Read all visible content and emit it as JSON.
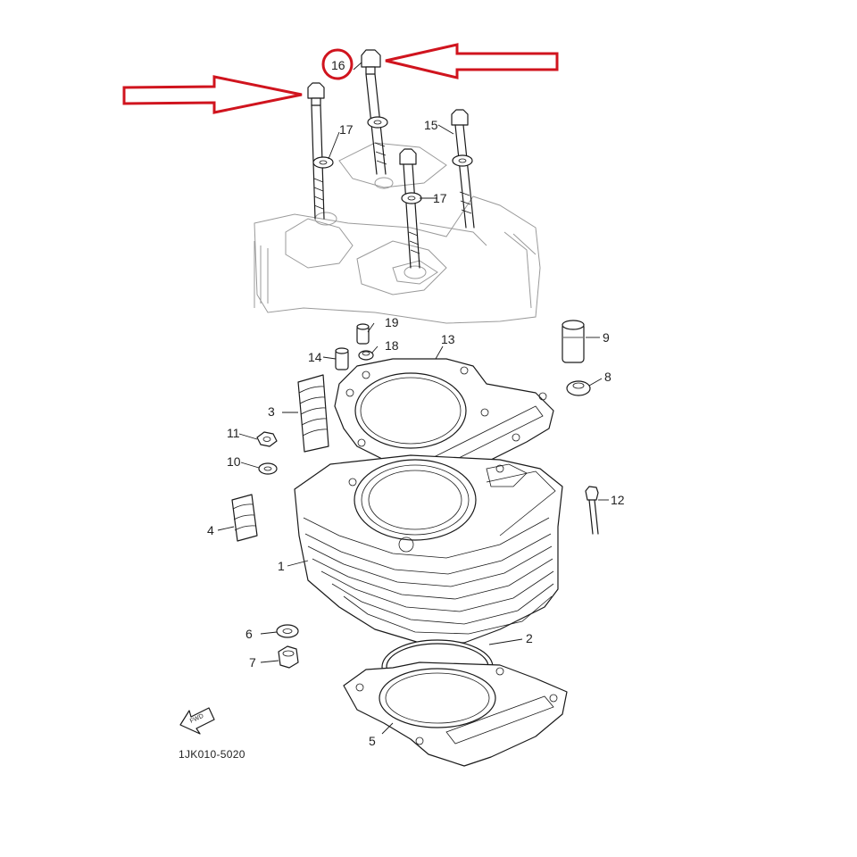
{
  "diagram": {
    "callouts": {
      "c1": "1",
      "c2": "2",
      "c3": "3",
      "c4": "4",
      "c5": "5",
      "c6": "6",
      "c7": "7",
      "c8": "8",
      "c9": "9",
      "c10": "10",
      "c11": "11",
      "c12": "12",
      "c13": "13",
      "c14": "14",
      "c15": "15",
      "c16": "16",
      "c17a": "17",
      "c17b": "17",
      "c18": "18",
      "c19": "19"
    },
    "part_code": "1JK010-5020",
    "fwd_label": "FWD",
    "colors": {
      "annotation": "#d0141e",
      "line": "#1a1a1a",
      "ghost": "#9a9a9a"
    }
  }
}
